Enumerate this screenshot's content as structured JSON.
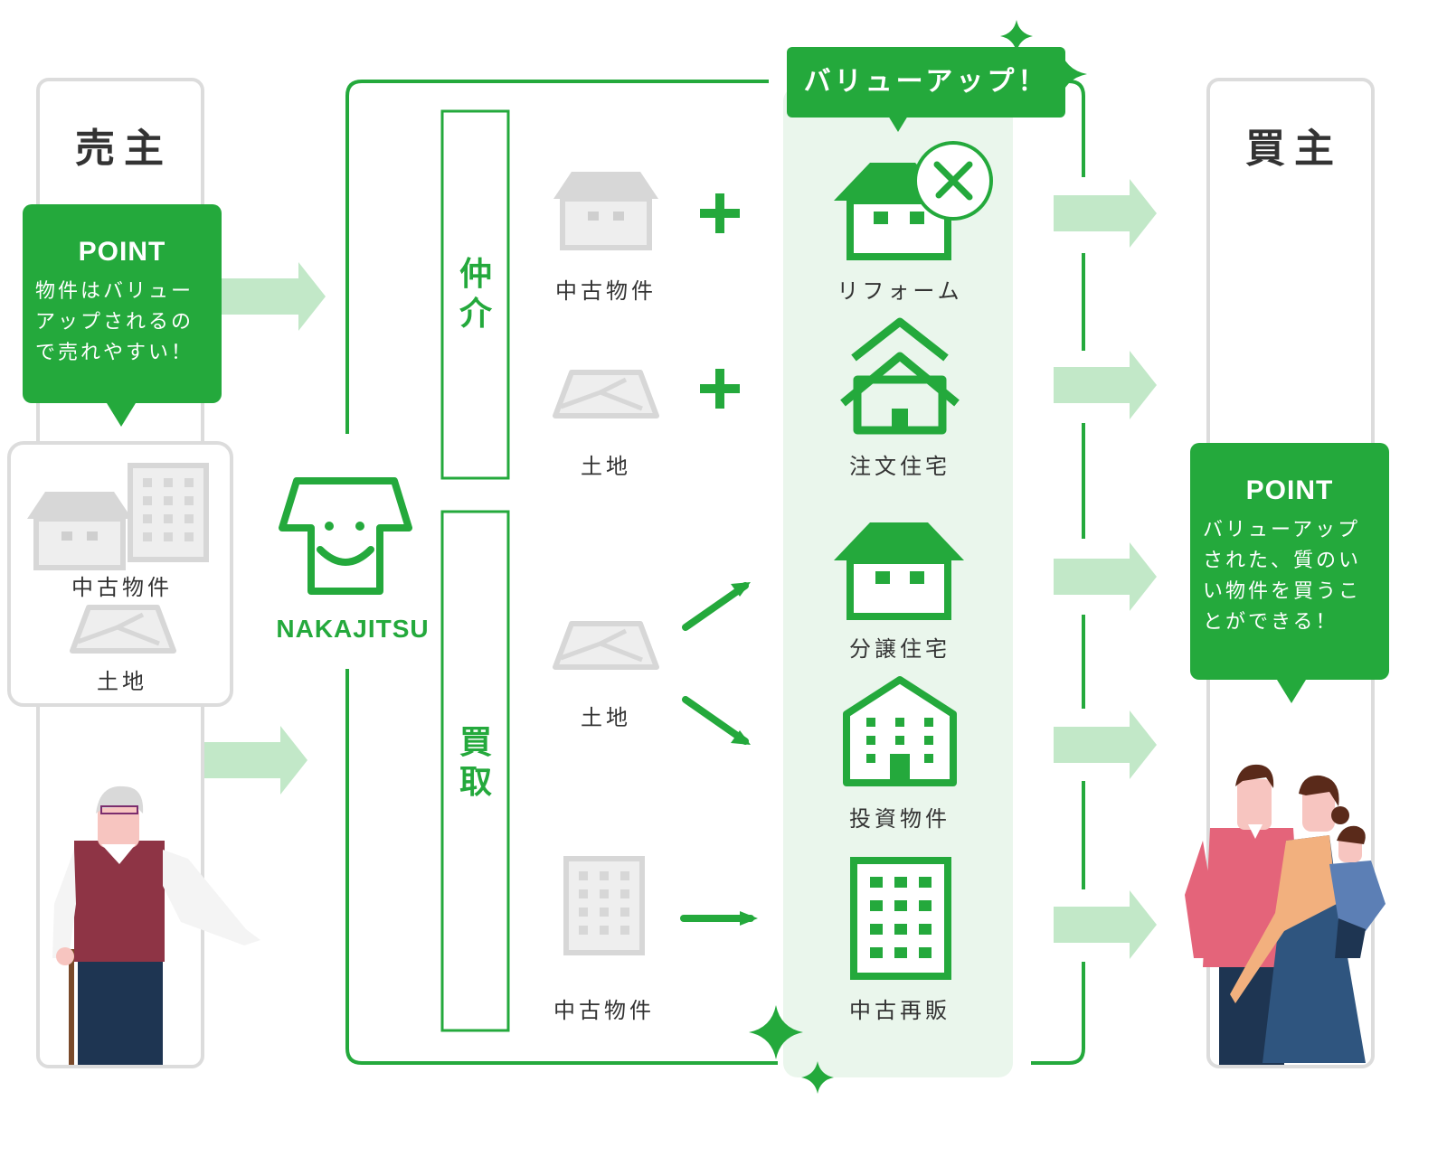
{
  "seller": {
    "title": "売主",
    "point_heading": "POINT",
    "point_text": "物件はバリュー\nアップされるの\nで売れやすい！",
    "properties": [
      "中古物件",
      "土地"
    ]
  },
  "buyer": {
    "title": "買主",
    "point_heading": "POINT",
    "point_text": "バリューアップ\nされた、質のい\nい物件を買うこ\nとができる！"
  },
  "company": {
    "name": "NAKAJITSU"
  },
  "channels": {
    "brokerage": "仲介",
    "purchase": "買取"
  },
  "inputs": {
    "brokerage": [
      "中古物件",
      "土地"
    ],
    "purchase": [
      "土地",
      "中古物件"
    ]
  },
  "value_up": {
    "banner": "バリューアップ！",
    "outputs": [
      "リフォーム",
      "注文住宅",
      "分譲住宅",
      "投資物件",
      "中古再販"
    ]
  },
  "colors": {
    "green": "#24a93c",
    "light_green": "#c2e8c8",
    "panel_green": "#eaf6ec",
    "gray": "#d9d9d9"
  },
  "icons": [
    "house-icon",
    "building-icon",
    "land-icon",
    "plus-icon",
    "arrow-icon",
    "tools-icon",
    "sparkle-icon",
    "smile-house-logo"
  ]
}
